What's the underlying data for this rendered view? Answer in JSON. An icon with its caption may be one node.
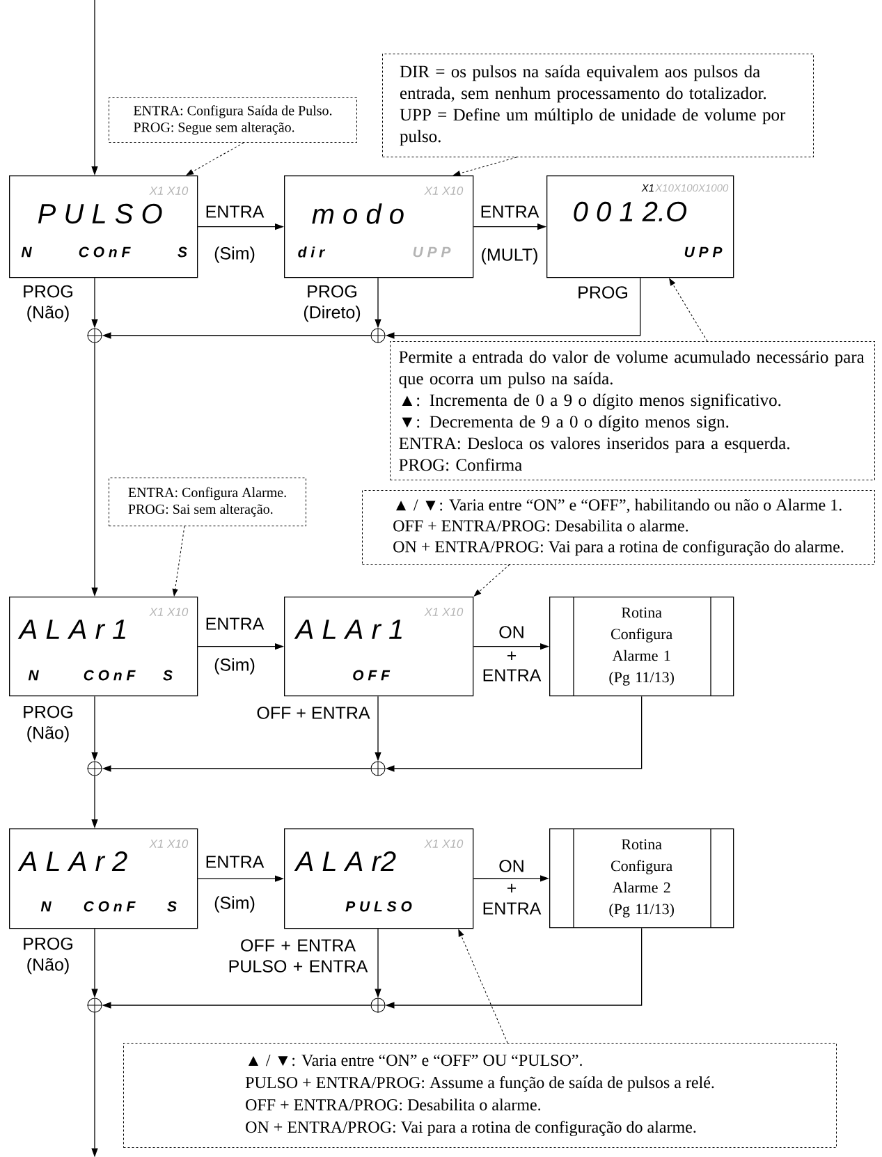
{
  "diagram": {
    "nodes": [
      {
        "text": [
          "ENTRA: Configura Saída de Pulso.",
          "PROG: Segue sem alteração."
        ]
      },
      {
        "text": [
          "DIR = os pulsos na saída equivalem aos pulsos da entrada, sem nenhum processamento do totalizador.",
          "UPP = Define um múltiplo de unidade de volume por pulso."
        ]
      },
      {
        "text": [
          "X1 X10",
          "P U L S O",
          "N",
          "C O n F",
          "S"
        ]
      },
      {
        "text": [
          "X1 X10",
          "m o d o",
          "d i r",
          "U P P"
        ]
      },
      {
        "text": [
          "X1",
          "X10X100X1000",
          "0 0 1 2.O",
          "U P P"
        ]
      },
      {
        "text": [],
        "shape": "circle"
      },
      {
        "text": [],
        "shape": "circle"
      },
      {
        "text": [
          "Permite a entrada do valor de volume acumulado necessário para que ocorra um pulso na saída.",
          "▲: Incrementa de 0 a 9 o dígito menos significativo.",
          "▼: Decrementa de 9 a 0 o dígito menos sign.",
          "ENTRA: Desloca os valores inseridos para a esquerda.",
          "PROG: Confirma"
        ]
      },
      {
        "text": [
          "ENTRA: Configura Alarme.",
          "PROG: Sai sem alteração."
        ]
      },
      {
        "text": [
          "▲ / ▼: Varia entre “ON” e “OFF”, habilitando ou não o Alarme 1.",
          "OFF + ENTRA/PROG: Desabilita o alarme.",
          "ON + ENTRA/PROG: Vai para a rotina de configuração do alarme."
        ]
      },
      {
        "text": [
          "X1 X10",
          "A L A r 1",
          "N",
          "C O n F",
          "S"
        ]
      },
      {
        "text": [
          "X1 X10",
          "A L A r 1",
          "O F F"
        ]
      },
      {
        "text": [
          "Rotina Configura Alarme 1",
          "(Pg 11/13)"
        ]
      },
      {
        "text": [],
        "shape": "circle"
      },
      {
        "text": [],
        "shape": "circle"
      },
      {
        "text": [
          "X1 X10",
          "A L A r 2",
          "N",
          "C O n F",
          "S"
        ]
      },
      {
        "text": [
          "X1 X10",
          "A L A r2",
          "P U L S O"
        ]
      },
      {
        "text": [
          "Rotina Configura Alarme 2",
          "(Pg 11/13)"
        ]
      },
      {
        "text": [],
        "shape": "circle"
      },
      {
        "text": [],
        "shape": "circle"
      },
      {
        "text": [
          "▲ / ▼: Varia entre “ON” e “OFF” OU “PULSO”.",
          "PULSO + ENTRA/PROG: Assume a função de saída de pulsos a relé.",
          "OFF + ENTRA/PROG: Desabilita o alarme.",
          "ON + ENTRA/PROG: Vai para a rotina de configuração do alarme."
        ]
      }
    ],
    "edges": [
      {
        "from": null,
        "to": 2,
        "arrow": "to"
      },
      {
        "from": 2,
        "to": 3,
        "arrow": "to",
        "label": "ENTRA"
      },
      {
        "from": 3,
        "to": 4,
        "arrow": "to",
        "label": "ENTRA"
      },
      {
        "from": 2,
        "to": 5,
        "arrow": "to",
        "label": "PROG (Não)"
      },
      {
        "from": 3,
        "to": 6,
        "arrow": "to",
        "label": "PROG (Direto)"
      },
      {
        "from": 4,
        "to": 6,
        "arrow": "to",
        "label": "PROG"
      },
      {
        "from": 6,
        "to": 5,
        "arrow": "to"
      },
      {
        "from": 0,
        "to": 2,
        "arrow": "to",
        "style": "dashed"
      },
      {
        "from": 1,
        "to": 3,
        "arrow": "to",
        "style": "dashed"
      },
      {
        "from": 7,
        "to": 4,
        "arrow": "to",
        "style": "dashed"
      },
      {
        "from": 5,
        "to": 10,
        "arrow": "to"
      },
      {
        "from": 8,
        "to": 10,
        "arrow": "to",
        "style": "dashed"
      },
      {
        "from": 9,
        "to": 11,
        "arrow": "to",
        "style": "dashed"
      },
      {
        "from": 10,
        "to": 11,
        "arrow": "to",
        "label": "ENTRA"
      },
      {
        "from": 11,
        "to": 12,
        "arrow": "to",
        "label": "ON"
      },
      {
        "from": 10,
        "to": 13,
        "arrow": "to",
        "label": "PROG (Não)"
      },
      {
        "from": 11,
        "to": 14,
        "arrow": "to",
        "label": "OFF + ENTRA"
      },
      {
        "from": 12,
        "to": 14,
        "arrow": "to"
      },
      {
        "from": 14,
        "to": 13,
        "arrow": "to"
      },
      {
        "from": 13,
        "to": 15,
        "arrow": "to"
      },
      {
        "from": 20,
        "to": 16,
        "arrow": "to",
        "style": "dashed"
      },
      {
        "from": 15,
        "to": 16,
        "arrow": "to",
        "label": "ENTRA"
      },
      {
        "from": 16,
        "to": 17,
        "arrow": "to",
        "label": "ON"
      },
      {
        "from": 15,
        "to": 18,
        "arrow": "to",
        "label": "PROG (Não)"
      },
      {
        "from": 16,
        "to": 19,
        "arrow": "to",
        "label": "OFF + ENTRA PULSO + ENTRA"
      },
      {
        "from": 17,
        "to": 19,
        "arrow": "to"
      },
      {
        "from": 19,
        "to": 18,
        "arrow": "to"
      },
      {
        "from": 18,
        "to": null,
        "arrow": "to"
      }
    ],
    "labels": [
      "(Sim)",
      "(MULT)",
      "(Sim)",
      "+",
      "ENTRA",
      "(Sim)",
      "+",
      "ENTRA"
    ]
  }
}
